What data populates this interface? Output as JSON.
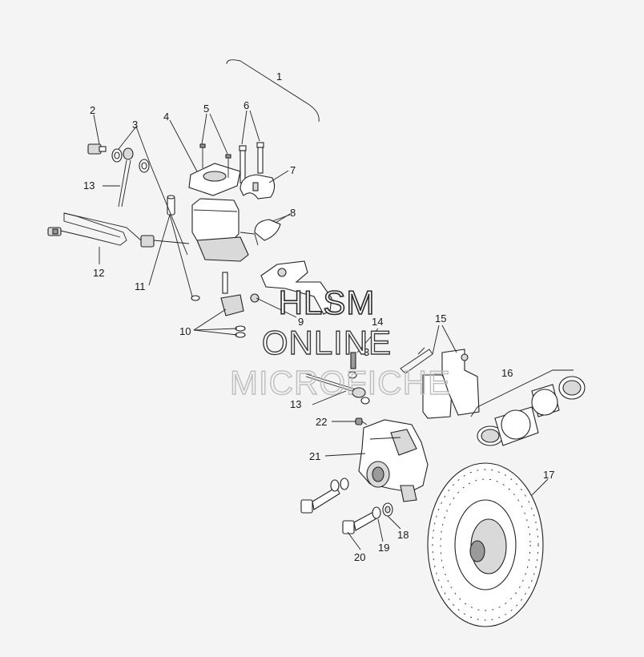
{
  "diagram": {
    "callouts": [
      "1",
      "2",
      "3",
      "4",
      "5",
      "6",
      "7",
      "8",
      "9",
      "10",
      "11",
      "12",
      "13",
      "14",
      "15",
      "16",
      "17",
      "18",
      "19",
      "20",
      "21",
      "22"
    ],
    "callout_13_lower": "13",
    "callout_3_lower": "3"
  },
  "watermark": {
    "line1": "HLSM",
    "line2": "ONLINE",
    "line3": "MICROFICHE"
  },
  "colors": {
    "background": "#f4f4f4",
    "line": "#222222",
    "watermark_gray": "#bdbdbd"
  }
}
